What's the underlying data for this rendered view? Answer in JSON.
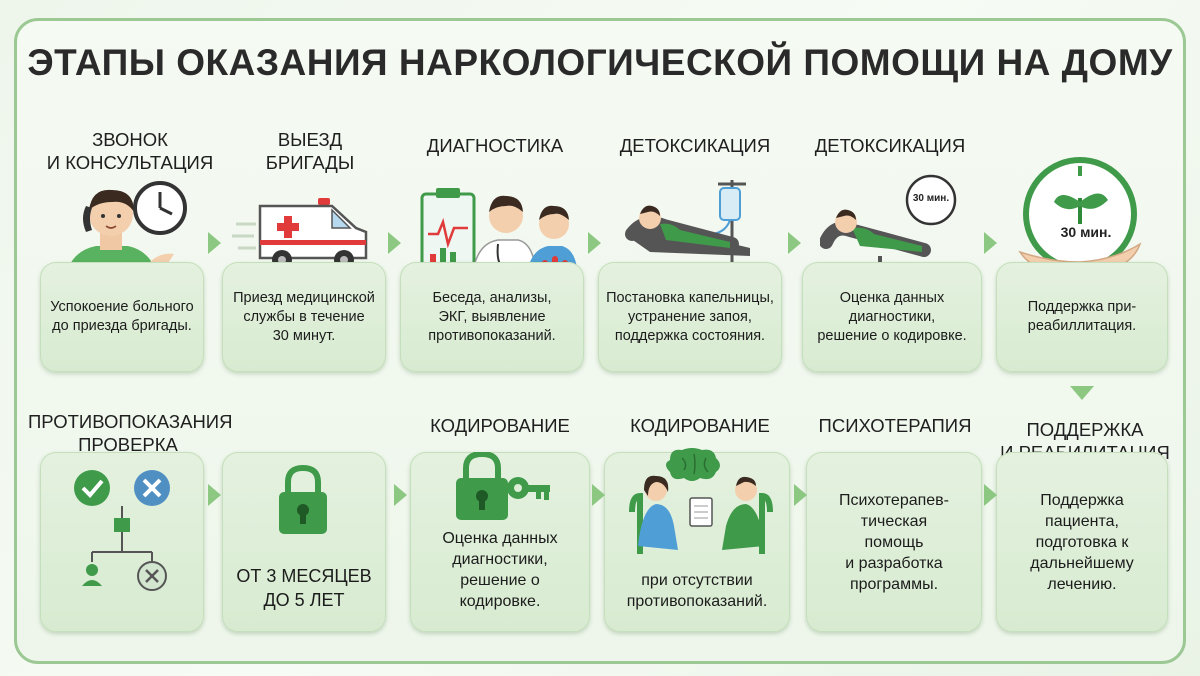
{
  "title": "ЭТАПЫ ОКАЗАНИЯ НАРКОЛОГИЧЕСКОЙ ПОМОЩИ НА ДОМУ",
  "row1": [
    {
      "title": "ЗВОНОК\nИ КОНСУЛЬТАЦИЯ",
      "text": "Успокоение больного\nдо приезда бригады."
    },
    {
      "title": "ВЫЕЗД\nБРИГАДЫ",
      "text": "Приезд медицинской\nслужбы в течение\n30 минут."
    },
    {
      "title": "ДИАГНОСТИКА",
      "text": "Беседа, анализы,\nЭКГ, выявление\nпротивопоказаний."
    },
    {
      "title": "ДЕТОКСИКАЦИЯ",
      "text": "Постановка капельницы,\nустранение запоя,\nподдержка состояния."
    },
    {
      "title": "ДЕТОКСИКАЦИЯ",
      "text": "Оценка данных\nдиагностики,\nрешение о кодировке.",
      "badge": "30 мин."
    },
    {
      "title": "",
      "text": "Поддержка при-\nреабиллитация.",
      "badge": "30 мин."
    }
  ],
  "row2": [
    {
      "title": "ПРОТИВОПОКАЗАНИЯ\nПРОВЕРКА",
      "text": ""
    },
    {
      "title": "",
      "text": "ОТ 3 МЕСЯЦЕВ\nДО 5 ЛЕТ"
    },
    {
      "title": "КОДИРОВАНИЕ",
      "text": "Оценка данных\nдиагностики,\nрешение о\nкодировке."
    },
    {
      "title": "КОДИРОВАНИЕ",
      "text": "при отсутствии\nпротивопоказаний."
    },
    {
      "title": "ПСИХОТЕРАПИЯ",
      "text": "Психотерапев-\nтическая\nпомощь\nи разработка\nпрограммы."
    },
    {
      "title": "ПОДДЕРЖКА\nИ РЕАБИЛИТАЦИЯ",
      "text": "Поддержка\nпациента,\nподготовка к\nдальнейшему\nлечению."
    }
  ],
  "colors": {
    "accent": "#3f9a4a",
    "card": "#dcedd6",
    "arrow": "#8cc882"
  }
}
